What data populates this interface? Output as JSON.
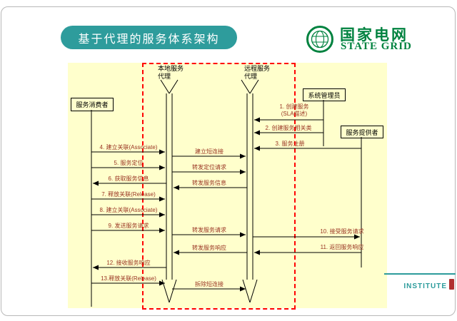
{
  "title": "基于代理的服务体系架构",
  "brand": {
    "name_cn": "国家电网",
    "name_en": "STATE GRID"
  },
  "footer": {
    "institute": "INSTITUTE"
  },
  "colors": {
    "title_bg": "#2E9C9C",
    "brand_green": "#00823F",
    "panel_bg": "#FFFFCC",
    "message_color": "#993322",
    "dash_color": "#FF0000",
    "footer_teal": "#2D9C9C"
  },
  "diagram": {
    "actors": {
      "consumer": "服务消费者",
      "local_agent": "本地服务\n代理",
      "remote_agent": "远程服务\n代理",
      "admin": "系统管理员",
      "provider": "服务提供者"
    },
    "messages": [
      {
        "label": "1. 创建服务",
        "label2": "(SLA描述)"
      },
      {
        "label": "2. 创建服务相关类"
      },
      {
        "label": "3. 服务注册"
      },
      {
        "label": "4. 建立关联(Associate)"
      },
      {
        "label": "5. 服务定位"
      },
      {
        "label": "6. 获取服务信息"
      },
      {
        "label": "7. 释放关联(Release)"
      },
      {
        "label": "8. 建立关联(Associate)"
      },
      {
        "label": "9. 发送服务请求"
      },
      {
        "label": "10. 接受服务请求"
      },
      {
        "label": "11. 返回服务响应"
      },
      {
        "label": "12. 接收服务响应"
      },
      {
        "label": "13.释放关联(Release)"
      },
      {
        "label": "建立短连接"
      },
      {
        "label": "转发定位请求"
      },
      {
        "label": "转发服务信息"
      },
      {
        "label": "转发服务请求"
      },
      {
        "label": "转发服务响应"
      },
      {
        "label": "拆除短连接"
      }
    ]
  }
}
